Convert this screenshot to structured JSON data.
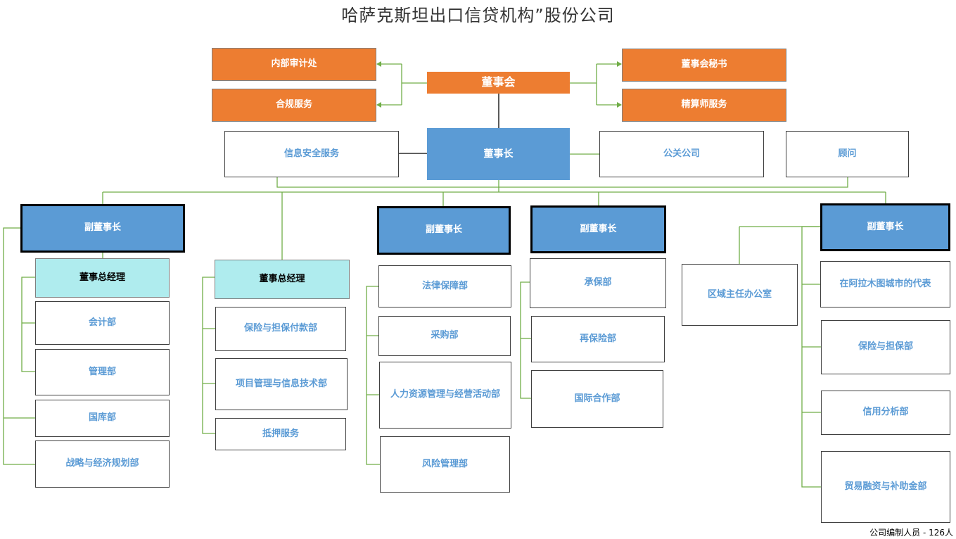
{
  "title": "哈萨克斯坦出口信贷机构”股份公司",
  "top": {
    "board": "董事会",
    "internal_audit": "内部审计处",
    "compliance": "合规服务",
    "board_secretary": "董事会秘书",
    "actuary": "精算师服务"
  },
  "chair_row": {
    "chairman": "董事长",
    "info_security": "信息安全服务",
    "pr_company": "公关公司",
    "advisor": "顾问"
  },
  "col1": {
    "vice_chair": "副董事长",
    "ceo": "董事总经理",
    "items": [
      "会计部",
      "管理部",
      "国库部",
      "战略与经济规划部"
    ]
  },
  "col2": {
    "ceo": "董事总经理",
    "items": [
      "保险与担保付款部",
      "项目管理与信息技术部",
      "抵押服务"
    ]
  },
  "col3": {
    "vice_chair": "副董事长",
    "items": [
      "法律保障部",
      "采购部",
      "人力资源管理与经营活动部",
      "风险管理部"
    ]
  },
  "col4": {
    "vice_chair": "副董事长",
    "items": [
      "承保部",
      "再保险部",
      "国际合作部"
    ]
  },
  "col5": {
    "vice_chair": "副董事长",
    "regional_office": "区域主任办公室",
    "items": [
      "在阿拉木图城市的代表",
      "保险与担保部",
      "信用分析部",
      "贸易融资与补助金部"
    ]
  },
  "footer": "公司编制人员 - 126人",
  "colors": {
    "orange": "#ED7D31",
    "blue": "#5B9BD5",
    "cyan": "#AFECEE",
    "connector": "#70AD47"
  }
}
